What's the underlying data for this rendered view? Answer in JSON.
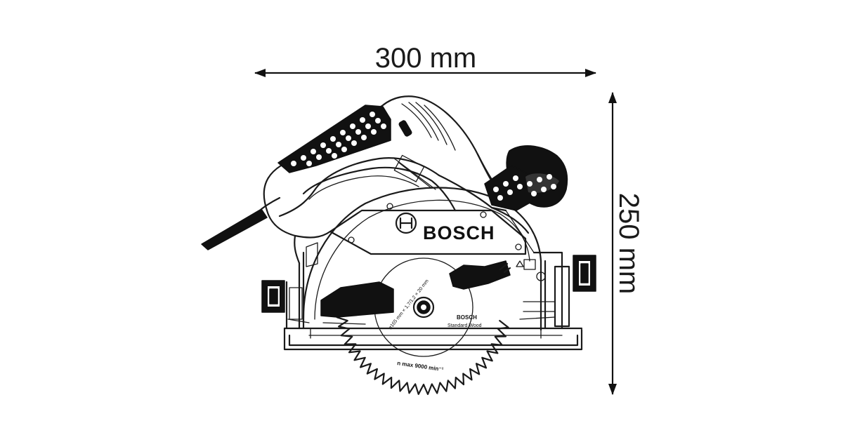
{
  "dimensions": {
    "width_label": "300 mm",
    "height_label": "250 mm"
  },
  "tool": {
    "brand_logo_text": "BOSCH",
    "blade": {
      "spec_text": "ø165 mm × 1,7/1,2 × 20 mm",
      "type_text": "Standard Wood",
      "brand_text": "BOSCH",
      "speed_text": "n max 9000 min⁻¹"
    }
  }
}
